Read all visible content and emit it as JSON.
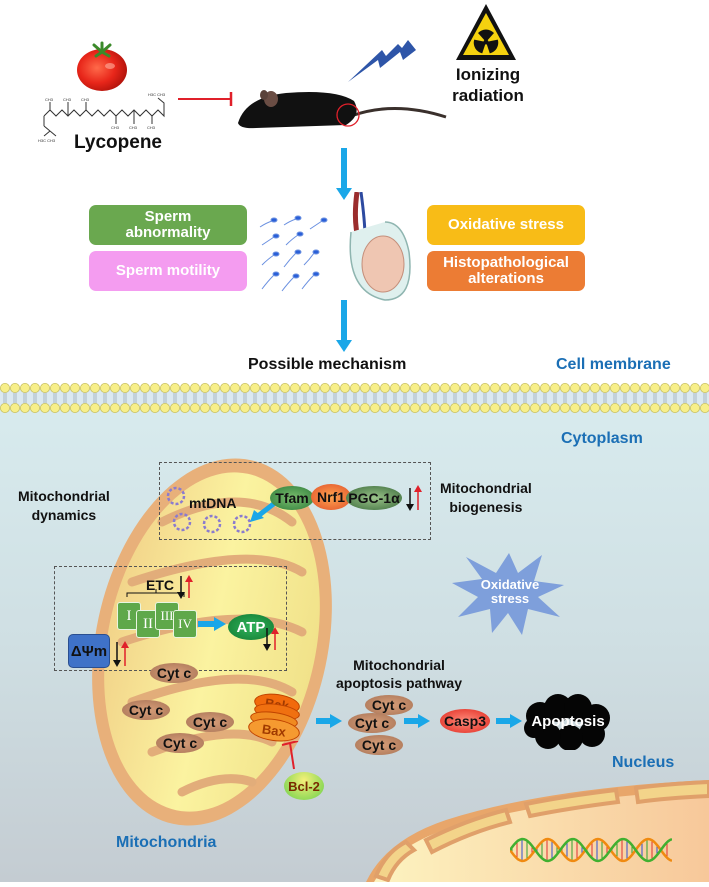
{
  "top": {
    "compound_label": "Lycopene",
    "radiation_label": "Ionizing radiation",
    "radiation_line1": "Ionizing",
    "radiation_line2": "radiation"
  },
  "effects": {
    "left": [
      {
        "line1": "Sperm",
        "line2": "abnormality",
        "color": "#6aa84f"
      },
      {
        "line1": "Sperm motility",
        "line2": "",
        "color": "#f49cf0"
      }
    ],
    "right": [
      {
        "line1": "Oxidative stress",
        "line2": "",
        "color": "#f8bc17"
      },
      {
        "line1": "Histopathological",
        "line2": "alterations",
        "color": "#ec7c34"
      }
    ]
  },
  "mechanism_label": "Possible mechanism",
  "cell": {
    "membrane_label": "Cell membrane",
    "cytoplasm_label": "Cytoplasm",
    "mitochondria_label": "Mitochondria",
    "nucleus_label": "Nucleus"
  },
  "mito": {
    "dynamics_line1": "Mitochondrial",
    "dynamics_line2": "dynamics",
    "biogenesis_line1": "Mitochondrial",
    "biogenesis_line2": "biogenesis",
    "mtdna": "mtDNA",
    "factors": [
      "Tfam",
      "Nrf1",
      "PGC-1α"
    ],
    "etc": "ETC",
    "complexes": [
      "I",
      "II",
      "III",
      "IV"
    ],
    "atp": "ATP",
    "membrane_potential": "ΔΨm",
    "cytc": "Cyt c",
    "bak": "Bak",
    "bax": "Bax",
    "bcl2": "Bcl-2"
  },
  "oxidative_burst": {
    "line1": "Oxidative",
    "line2": "stress"
  },
  "apoptosis": {
    "pathway_line1": "Mitochondrial",
    "pathway_line2": "apoptosis pathway",
    "cytc": "Cyt c",
    "casp3": "Casp3",
    "apoptosis": "Apoptosis"
  },
  "colors": {
    "arrow_blue": "#1aa7e8",
    "inhibit_red": "#e0202a",
    "label_blue": "#1b6fb5"
  }
}
